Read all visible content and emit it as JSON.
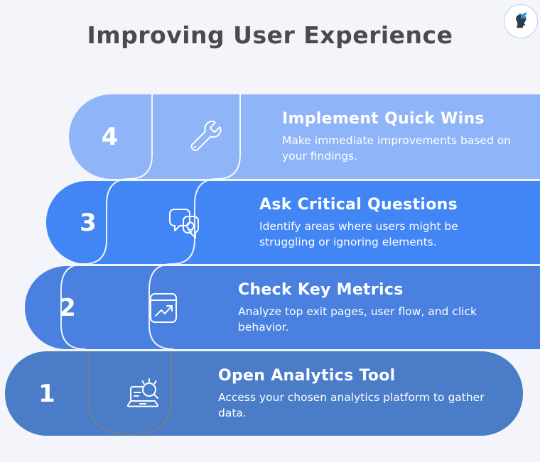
{
  "page": {
    "title": "Improving User Experience",
    "background_color": "#f4f5fb",
    "title_color": "#4a4a4f"
  },
  "logo": {
    "name": "woman-butterfly-logo",
    "ring_color": "#b9cdf0",
    "silhouette_color": "#2e3a4d",
    "butterfly_color": "#2e9fe0"
  },
  "steps": [
    {
      "number": "4",
      "heading": "Implement Quick Wins",
      "description": "Make immediate improvements based on your findings.",
      "icon": "wrench-icon",
      "color": "#8fb4f8"
    },
    {
      "number": "3",
      "heading": "Ask Critical Questions",
      "description": "Identify areas where users might be struggling or ignoring elements.",
      "icon": "speech-bubble-lightbulb-icon",
      "color": "#4285f4"
    },
    {
      "number": "2",
      "heading": "Check Key Metrics",
      "description": "Analyze top exit pages, user flow, and click behavior.",
      "icon": "chart-trend-icon",
      "color": "#4a80e0"
    },
    {
      "number": "1",
      "heading": "Open Analytics Tool",
      "description": "Access your chosen analytics platform to gather data.",
      "icon": "laptop-search-icon",
      "color": "#4a7cc8"
    }
  ]
}
